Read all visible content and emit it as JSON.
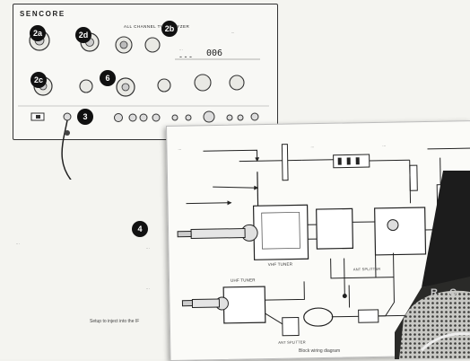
{
  "instrument": {
    "brand": "SENCORE",
    "title": "ALL CHANNEL TV ANALYZER",
    "model": "..."
  },
  "readouts": {
    "label_1": "...",
    "label_2": "...",
    "value_1": "- - -",
    "value_2": "006"
  },
  "callouts": [
    "2a",
    "2d",
    "2b",
    "2c",
    "6",
    "3",
    "4"
  ],
  "captions": {
    "setup": "Setup to inject into the IF",
    "block_wiring": "Block wiring diagram"
  },
  "test_rig": {
    "box_1": "...",
    "box_2": "...",
    "ant_label": "..."
  },
  "diagram_labels": {
    "vhf_tuner": "VHF TUNER",
    "uhf_tuner": "UHF TUNER",
    "ant_splitter_1": "ANT SPLITTER",
    "ant_splitter_2": "ANT SPLITTER",
    "tag_1": "...",
    "tag_2": "...",
    "tag_3": "..."
  },
  "photo": {
    "letters": "R C"
  }
}
